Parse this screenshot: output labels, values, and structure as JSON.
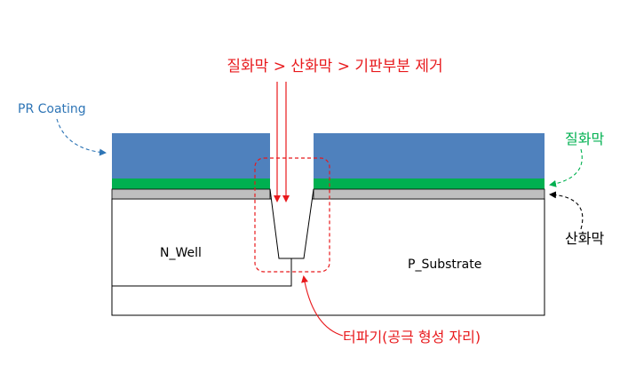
{
  "labels": {
    "process": "질화막 > 산화막 > 기판부분 제거",
    "pr_coating": "PR Coating",
    "nitride": "질화막",
    "oxide": "산화막",
    "n_well": "N_Well",
    "p_substrate": "P_Substrate",
    "trench": "터파기(공극 형성 자리)"
  },
  "colors": {
    "pr_coating": "#4f81bd",
    "nitride": "#00b050",
    "oxide": "#bfbfbf",
    "red": "#e8191c",
    "blue_text": "#2e75b6",
    "green_text": "#00b050",
    "outline": "#000000"
  },
  "icons": {
    "arrows": "dashed-curved-arrow"
  }
}
